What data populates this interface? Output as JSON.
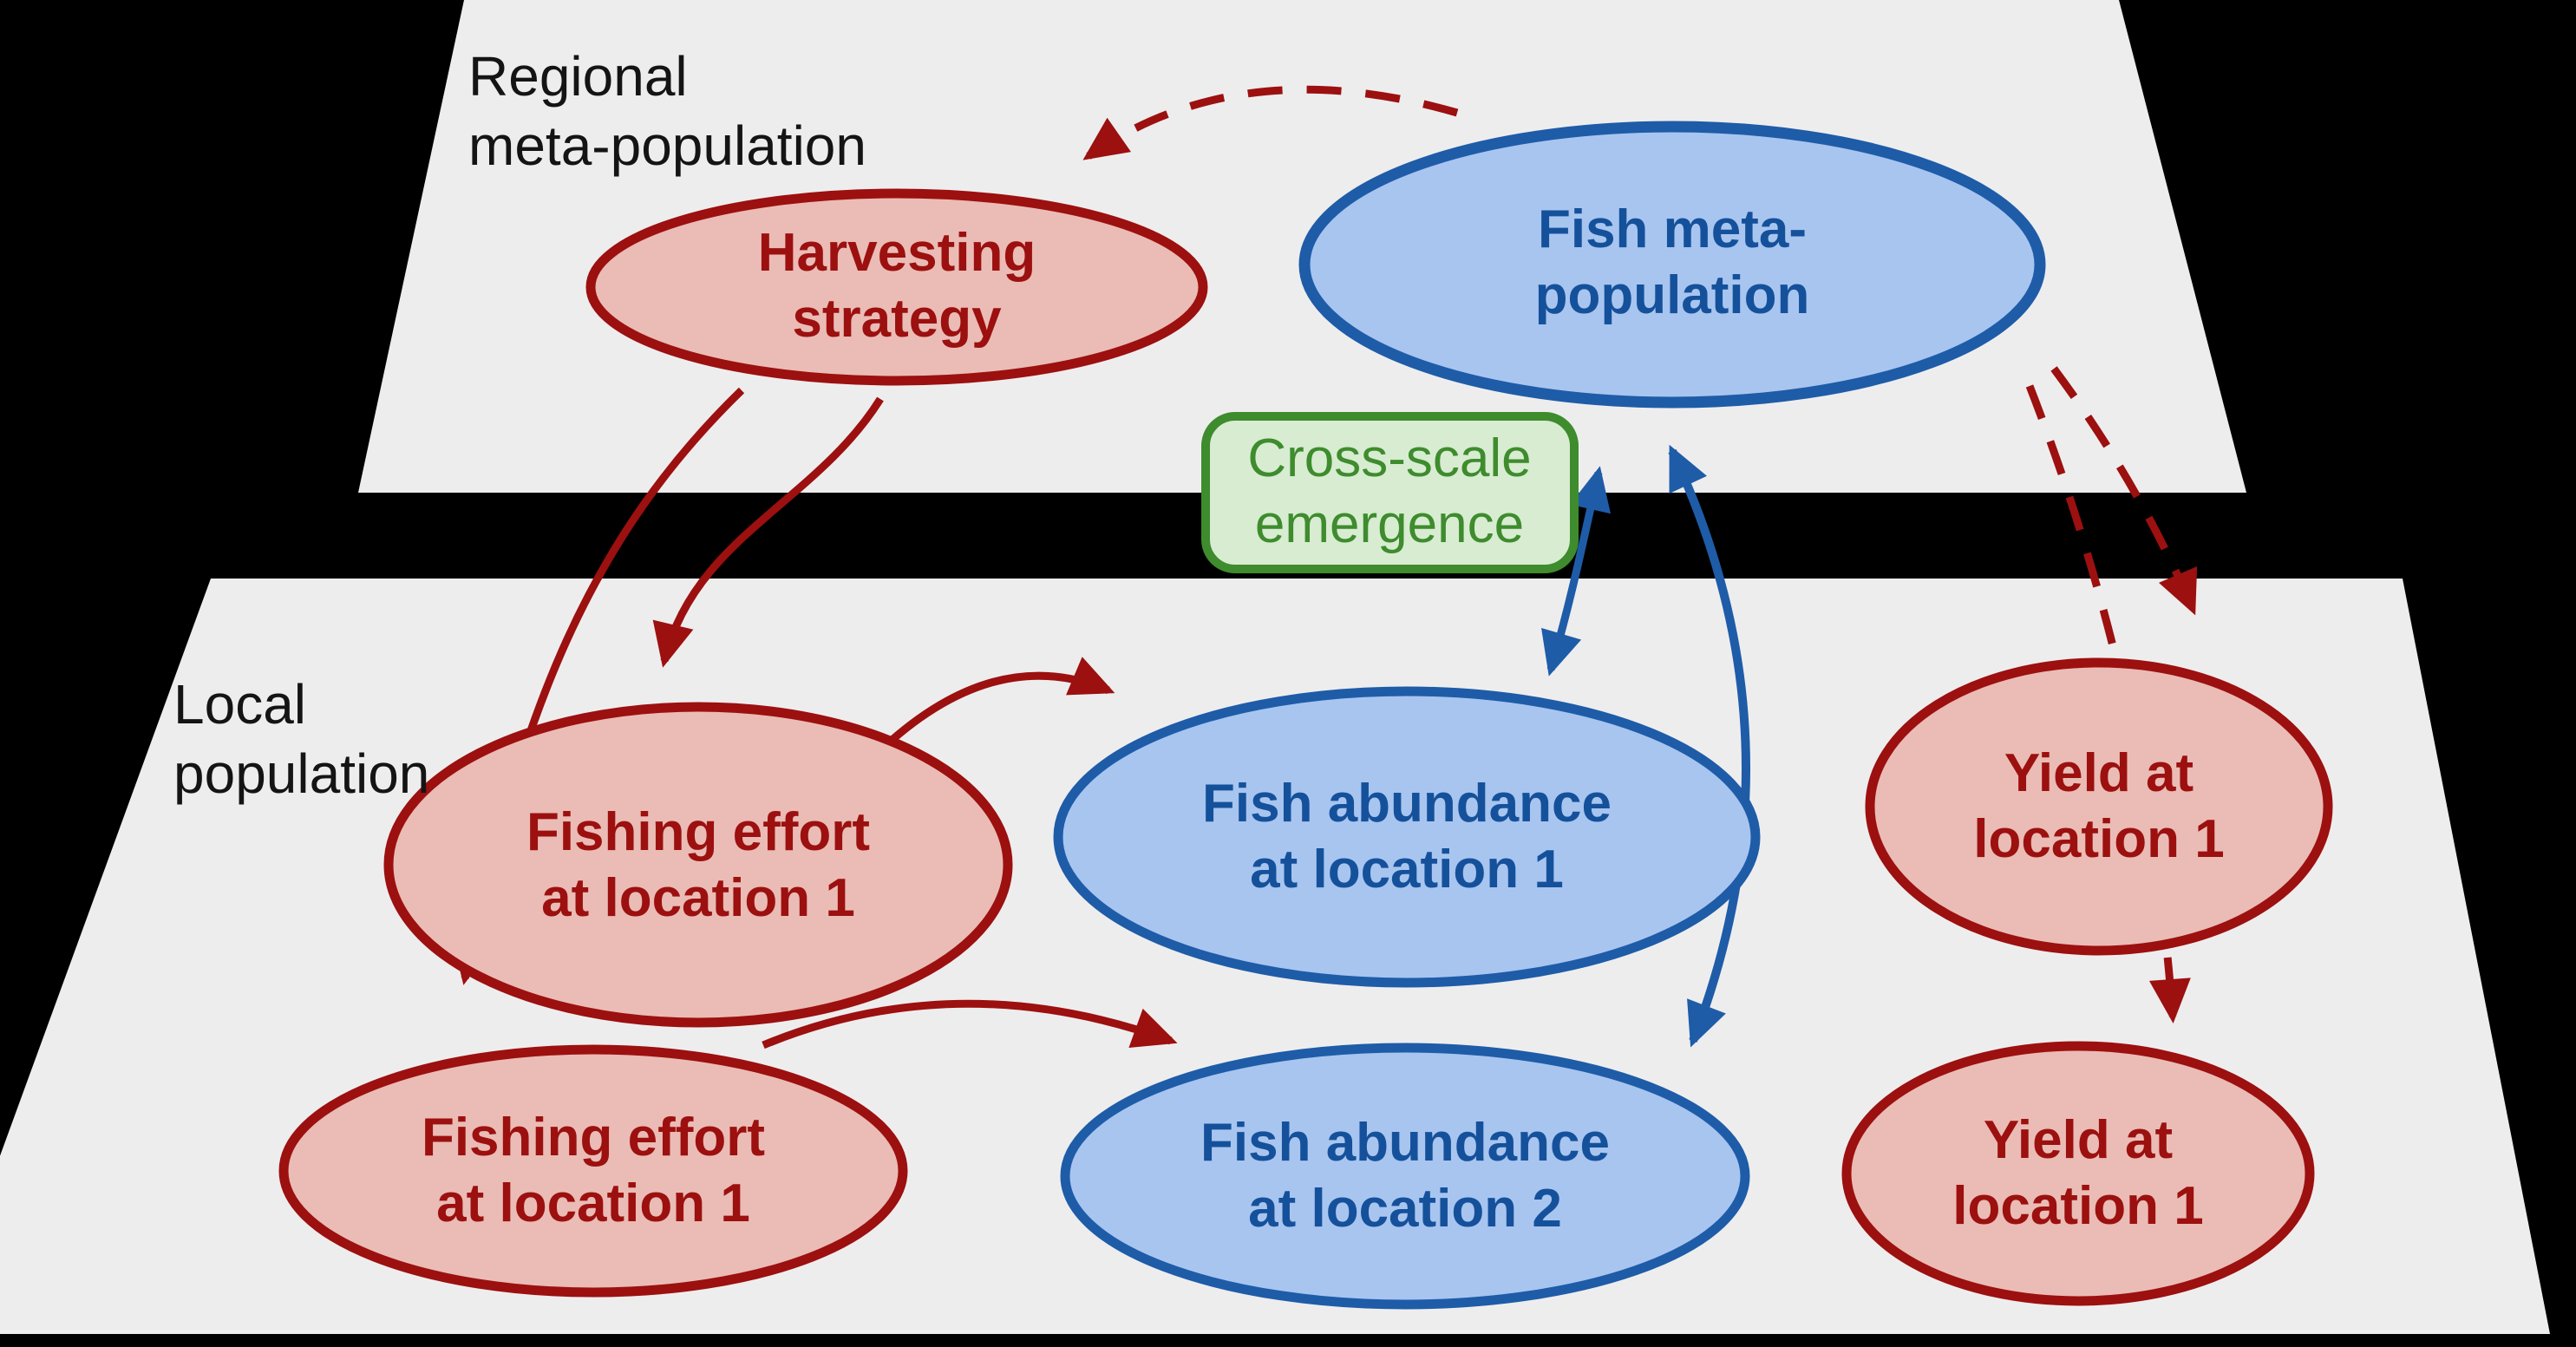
{
  "figure": {
    "type": "diagram",
    "description": "Two-level social-ecological fishery diagram: a regional meta-population plane above a local population plane, separated by a black band, with a cross-scale emergence link"
  },
  "planes": {
    "regional": {
      "label_line1": "Regional",
      "label_line2": "meta-population"
    },
    "local": {
      "label_line1": "Local",
      "label_line2": "population"
    }
  },
  "nodes": {
    "harvesting_strategy": {
      "line1": "Harvesting",
      "line2": "strategy",
      "category": "social",
      "plane": "regional"
    },
    "fish_meta_population": {
      "line1": "Fish meta-",
      "line2": "population",
      "category": "ecological",
      "plane": "regional"
    },
    "cross_scale_emergence": {
      "line1": "Cross-scale",
      "line2": "emergence",
      "category": "process",
      "plane": "between"
    },
    "fishing_effort_upper": {
      "line1": "Fishing effort",
      "line2": "at location 1",
      "category": "social",
      "plane": "local"
    },
    "fishing_effort_lower": {
      "line1": "Fishing effort",
      "line2": "at location 1",
      "category": "social",
      "plane": "local"
    },
    "fish_abundance_1": {
      "line1": "Fish abundance",
      "line2": "at location 1",
      "category": "ecological",
      "plane": "local"
    },
    "fish_abundance_2": {
      "line1": "Fish abundance",
      "line2": "at location 2",
      "category": "ecological",
      "plane": "local"
    },
    "yield_upper": {
      "line1": "Yield at",
      "line2": "location 1",
      "category": "social",
      "plane": "local"
    },
    "yield_lower": {
      "line1": "Yield at",
      "line2": "location 1",
      "category": "social",
      "plane": "local"
    }
  },
  "edges": [
    {
      "from": "harvesting_strategy",
      "to": "fishing_effort_upper",
      "style": "solid",
      "color": "red",
      "bidirectional": false
    },
    {
      "from": "harvesting_strategy",
      "to": "fishing_effort_lower",
      "style": "solid",
      "color": "red",
      "bidirectional": false
    },
    {
      "from": "fishing_effort_upper",
      "to": "fish_abundance_1",
      "style": "solid",
      "color": "red",
      "bidirectional": false
    },
    {
      "from": "fishing_effort_lower",
      "to": "fish_abundance_2",
      "style": "solid",
      "color": "red",
      "bidirectional": false
    },
    {
      "from": "fish_meta_population",
      "to": "fish_abundance_1",
      "style": "solid",
      "color": "blue",
      "bidirectional": true
    },
    {
      "from": "fish_meta_population",
      "to": "fish_abundance_2",
      "style": "solid",
      "color": "blue",
      "bidirectional": true
    },
    {
      "from": "fish_meta_population",
      "to": "harvesting_strategy",
      "style": "dashed",
      "color": "red",
      "bidirectional": false
    },
    {
      "from": "fish_meta_population",
      "to": "yield_upper",
      "style": "dashed",
      "color": "red",
      "bidirectional": false
    },
    {
      "from": "fish_meta_population",
      "to": "yield_lower",
      "style": "dashed",
      "color": "red",
      "bidirectional": false
    }
  ],
  "colors": {
    "background": "#000000",
    "plane_fill": "#EEEDEE",
    "red_stroke": "#9C1010",
    "red_fill": "#EABCB5",
    "red_text": "#9C1010",
    "blue_stroke": "#1E5CA8",
    "blue_fill": "#A8C5F0",
    "blue_text": "#15519B",
    "green_stroke": "#3E8C2D",
    "green_fill": "#D8ECD2",
    "green_text": "#3E8C2D",
    "plane_label_text": "#141414"
  }
}
